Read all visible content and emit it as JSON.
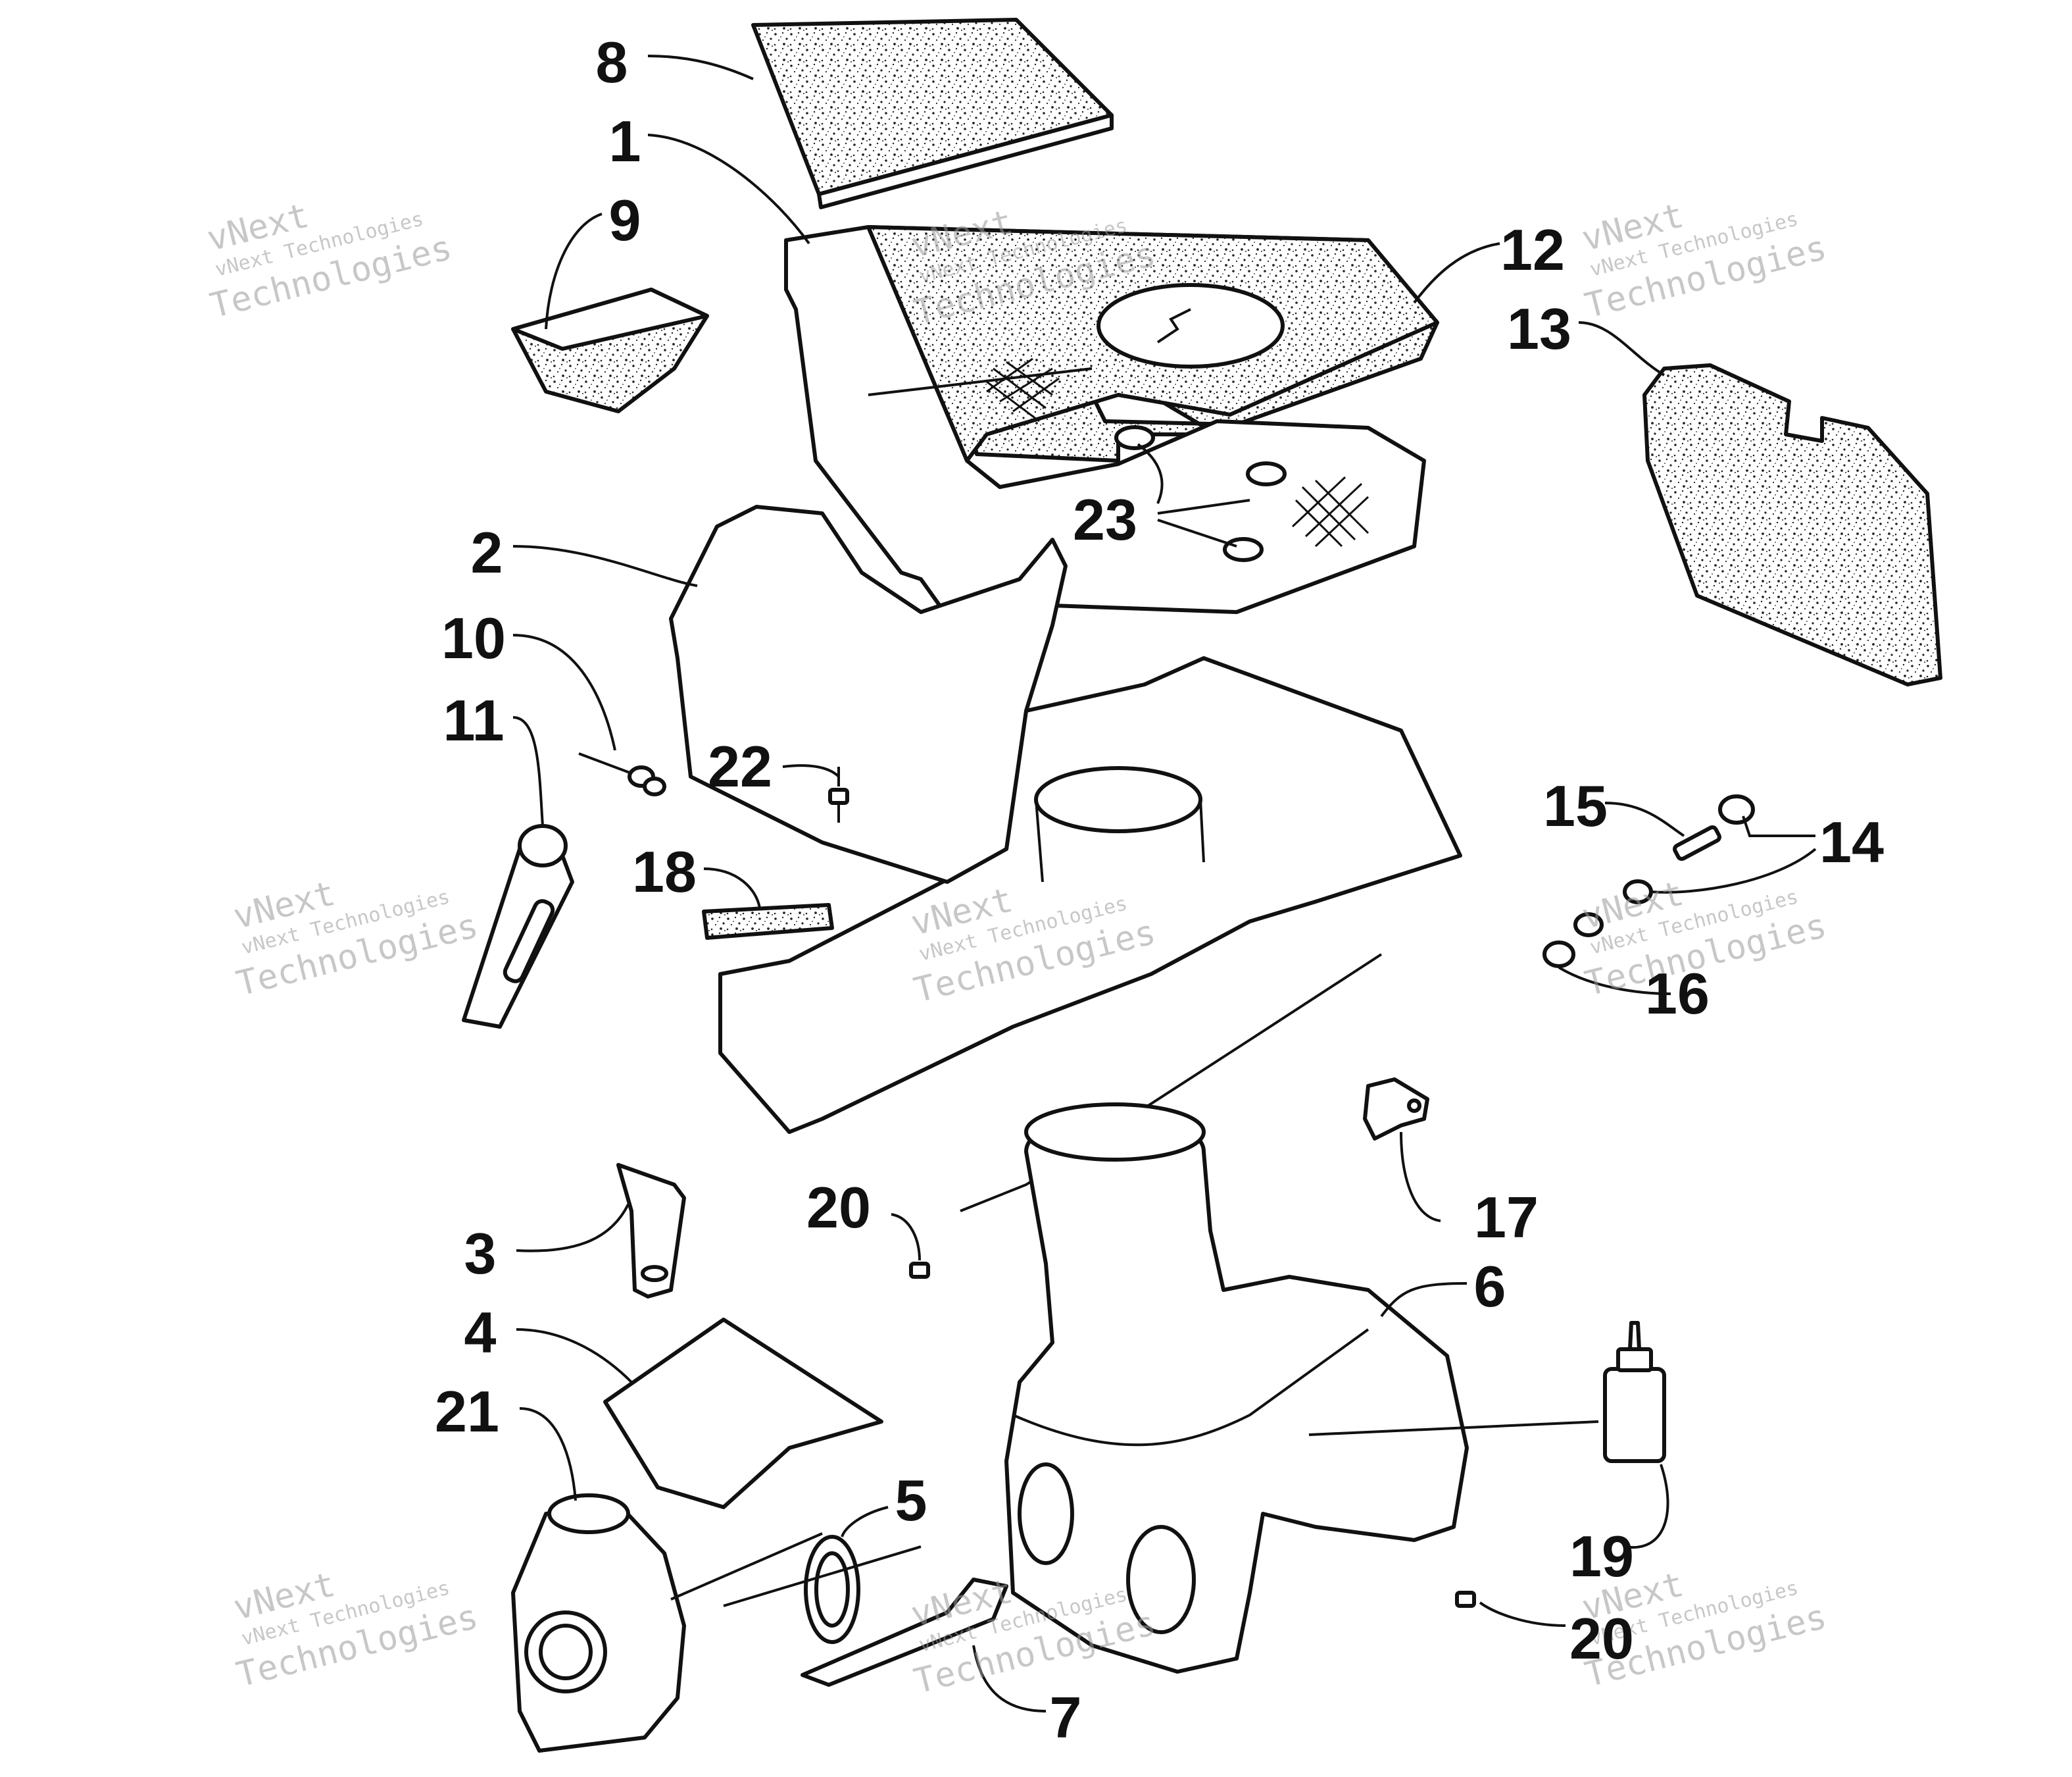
{
  "diagram": {
    "callouts": [
      {
        "id": "8",
        "text": "8"
      },
      {
        "id": "1",
        "text": "1"
      },
      {
        "id": "9",
        "text": "9"
      },
      {
        "id": "12",
        "text": "12"
      },
      {
        "id": "13",
        "text": "13"
      },
      {
        "id": "2",
        "text": "2"
      },
      {
        "id": "23",
        "text": "23"
      },
      {
        "id": "10",
        "text": "10"
      },
      {
        "id": "11",
        "text": "11"
      },
      {
        "id": "22",
        "text": "22"
      },
      {
        "id": "18",
        "text": "18"
      },
      {
        "id": "15",
        "text": "15"
      },
      {
        "id": "14",
        "text": "14"
      },
      {
        "id": "16",
        "text": "16"
      },
      {
        "id": "17",
        "text": "17"
      },
      {
        "id": "20a",
        "text": "20"
      },
      {
        "id": "6",
        "text": "6"
      },
      {
        "id": "3",
        "text": "3"
      },
      {
        "id": "4",
        "text": "4"
      },
      {
        "id": "21",
        "text": "21"
      },
      {
        "id": "5",
        "text": "5"
      },
      {
        "id": "19",
        "text": "19"
      },
      {
        "id": "20b",
        "text": "20"
      },
      {
        "id": "7",
        "text": "7"
      }
    ],
    "watermark": {
      "line1": "vNext Technologies",
      "line2": "vNext",
      "line3": "Technologies"
    }
  }
}
